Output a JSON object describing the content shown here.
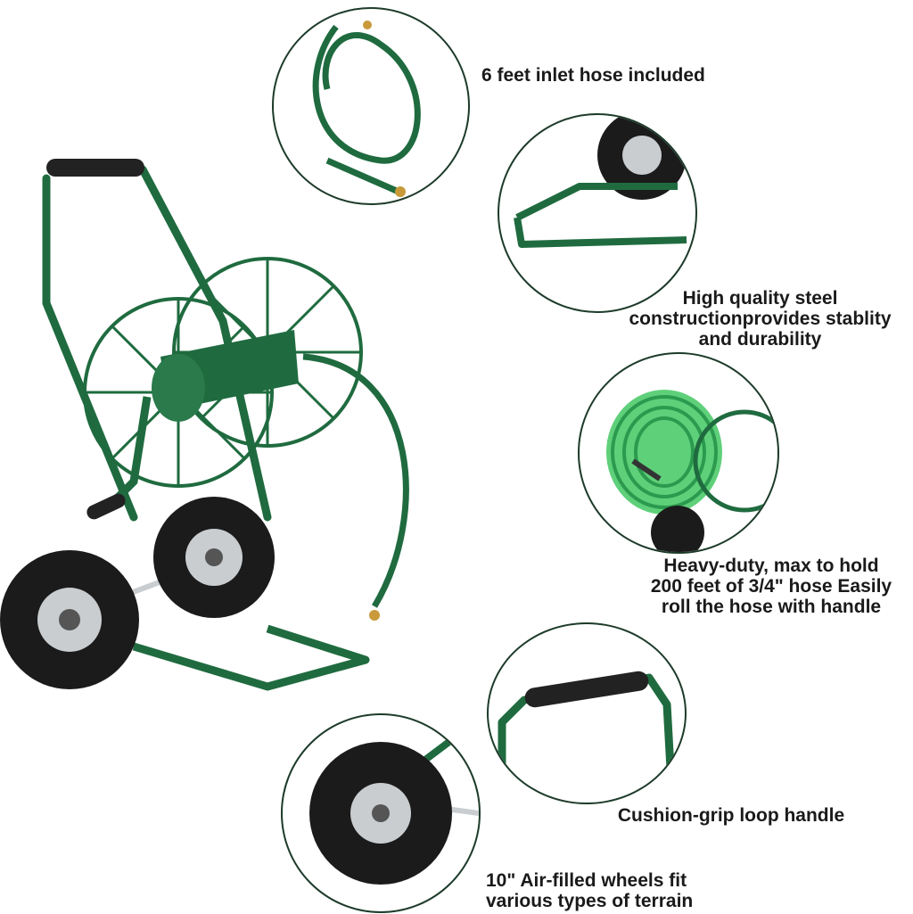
{
  "captions": {
    "inlet_hose": "6 feet inlet hose included",
    "steel": [
      "High quality steel",
      "constructionprovides stablity",
      "and durability"
    ],
    "capacity": [
      "Heavy-duty, max to hold",
      "200 feet of 3/4\" hose Easily",
      "roll the hose with handle"
    ],
    "handle": "Cushion-grip loop handle",
    "wheels": [
      "10\" Air-filled wheels  fit",
      "various types of terrain"
    ]
  },
  "colors": {
    "frame_green": "#1f6b3f",
    "hose_green": "#5fd07a",
    "tire_black": "#1b1b1b",
    "rim_silver": "#c9cdd0",
    "brass": "#c89a3a"
  }
}
